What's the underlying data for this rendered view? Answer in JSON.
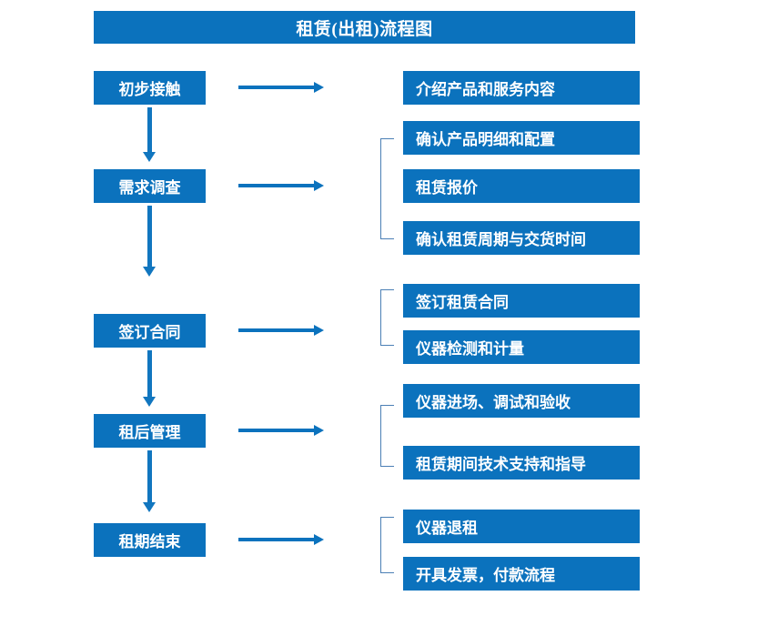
{
  "title": "租赁(出租)流程图",
  "theme": {
    "box_fill": "#0b72bd",
    "box_text": "#ffffff",
    "arrow": "#0b72bd",
    "bracket": "#4b7fb5",
    "background": "#ffffff"
  },
  "stages": [
    {
      "label": "初步接触",
      "details": [
        "介绍产品和服务内容"
      ]
    },
    {
      "label": "需求调查",
      "details": [
        "确认产品明细和配置",
        "租赁报价",
        "确认租赁周期与交货时间"
      ]
    },
    {
      "label": "签订合同",
      "details": [
        "签订租赁合同",
        "仪器检测和计量"
      ]
    },
    {
      "label": "租后管理",
      "details": [
        "仪器进场、调试和验收",
        "租赁期间技术支持和指导"
      ]
    },
    {
      "label": "租期结束",
      "details": [
        "仪器退租",
        "开具发票，付款流程"
      ]
    }
  ]
}
